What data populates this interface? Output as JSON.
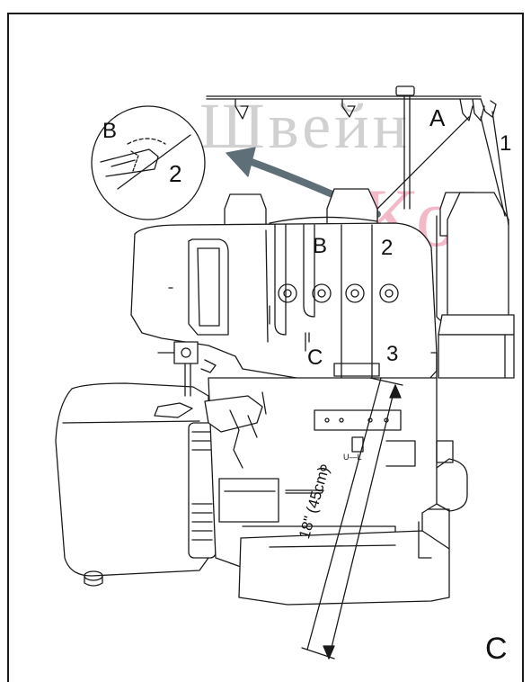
{
  "labels": {
    "inset_B": "B",
    "inset_2": "2",
    "A": "A",
    "one": "1",
    "B": "B",
    "two": "2",
    "C": "C",
    "three": "3",
    "uml": "U—L",
    "measure": "18\" (45cm)",
    "corner": "C"
  },
  "watermark": {
    "line1": "Швейн",
    "line2": "Кор"
  },
  "colors": {
    "ink": "#1a1a1a",
    "watermark_gray": "#9a9a9a",
    "watermark_pink": "#e8658a"
  }
}
